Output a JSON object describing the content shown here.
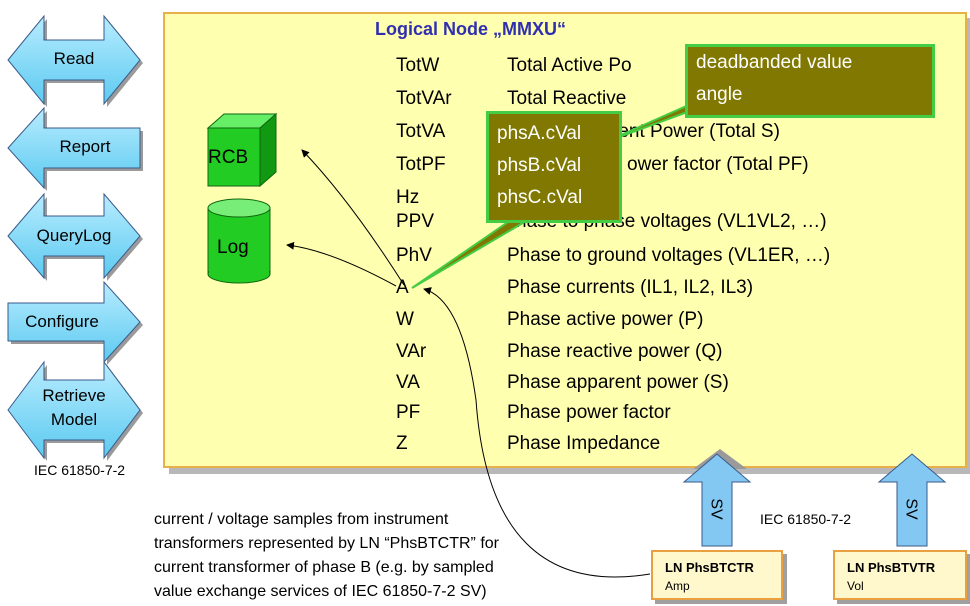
{
  "title": "Logical Node „MMXU“",
  "services": {
    "read": "Read",
    "report": "Report",
    "query_log": "QueryLog",
    "configure": "Configure",
    "retrieve_line1": "Retrieve",
    "retrieve_line2": "Model"
  },
  "standard_left": "IEC 61850-7-2",
  "standard_bottom": "IEC 61850-7-2",
  "rcb_label": "RCB",
  "log_label": "Log",
  "rows": [
    {
      "abbr": "TotW",
      "desc": "Total Active Po"
    },
    {
      "abbr": "TotVAr",
      "desc": "Total Reactive"
    },
    {
      "abbr": "TotVA",
      "desc": "rent Power (Total S)"
    },
    {
      "abbr": "TotPF",
      "desc": "ower factor (Total PF)"
    },
    {
      "abbr": "Hz",
      "desc": ""
    },
    {
      "abbr": "PPV",
      "desc": "hase to phase voltages (VL1VL2, …)"
    },
    {
      "abbr": "PhV",
      "desc": "Phase to ground voltages (VL1ER, …)"
    },
    {
      "abbr": "A",
      "desc": "Phase currents (IL1, IL2, IL3)"
    },
    {
      "abbr": "W",
      "desc": "Phase active power (P)"
    },
    {
      "abbr": "VAr",
      "desc": "Phase reactive power (Q)"
    },
    {
      "abbr": "VA",
      "desc": "Phase apparent power (S)"
    },
    {
      "abbr": "PF",
      "desc": "Phase power factor"
    },
    {
      "abbr": "Z",
      "desc": "Phase Impedance"
    }
  ],
  "callout_deadband": {
    "line1": "deadbanded value",
    "line2": "angle"
  },
  "callout_phases": [
    "phsA.cVal",
    "phsB.cVal",
    "phsC.cVal"
  ],
  "sv_label": "SV",
  "ln_ctr": {
    "name": "LN PhsBTCTR",
    "sub": "Amp"
  },
  "ln_vtr": {
    "name": "LN PhsBTVTR",
    "sub": "Vol"
  },
  "note": [
    "current / voltage samples from instrument",
    "transformers represented by LN “PhsBTCTR” for",
    "current transformer of phase B (e.g. by sampled",
    "value exchange services of IEC 61850-7-2 SV)"
  ],
  "colors": {
    "panel": "#ffffb0",
    "panel_border": "#e8b04a",
    "title": "#2f2fb0",
    "service_arrow": "#7fd8f8",
    "sv_arrow": "#82c8f2",
    "green_shape": "#22cc22",
    "callout_fill": "#807800",
    "callout_border": "#44cc44"
  }
}
